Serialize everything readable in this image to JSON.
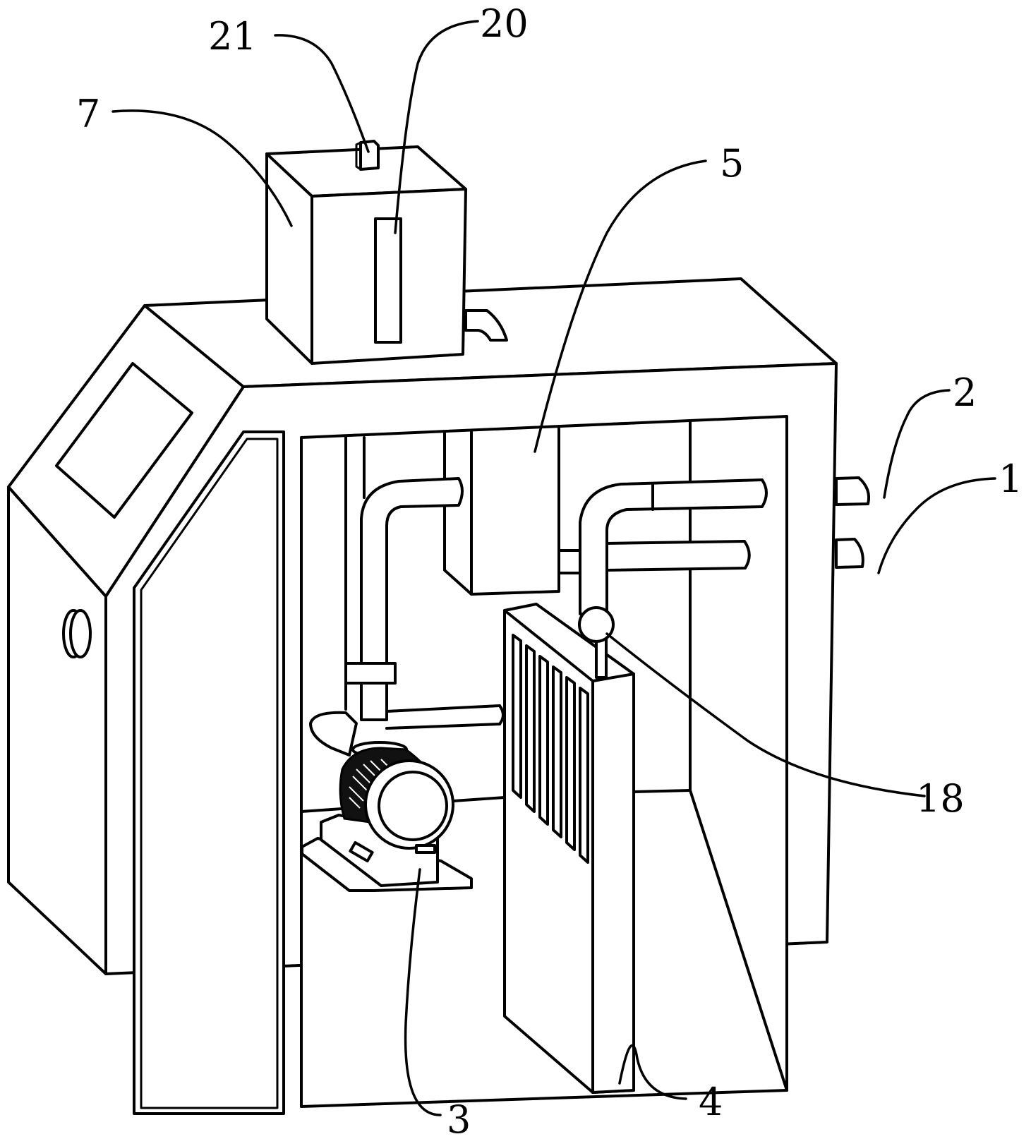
{
  "figure": {
    "type": "patent-line-drawing",
    "subject": "equipment cabinet with pump, heat exchanger and top tank",
    "colors": {
      "line": "#000000",
      "background": "#ffffff"
    }
  },
  "labels": [
    {
      "id": "label-1",
      "text": "1",
      "refers_to": "lower-side-pipe-port"
    },
    {
      "id": "label-2",
      "text": "2",
      "refers_to": "upper-side-pipe-port"
    },
    {
      "id": "label-3",
      "text": "3",
      "refers_to": "pump-motor-base"
    },
    {
      "id": "label-4",
      "text": "4",
      "refers_to": "heat-exchanger-unit"
    },
    {
      "id": "label-5",
      "text": "5",
      "refers_to": "internal-tank"
    },
    {
      "id": "label-7",
      "text": "7",
      "refers_to": "top-tank"
    },
    {
      "id": "label-18",
      "text": "18",
      "refers_to": "valve-gauge"
    },
    {
      "id": "label-20",
      "text": "20",
      "refers_to": "level-window"
    },
    {
      "id": "label-21",
      "text": "21",
      "refers_to": "top-cap"
    }
  ]
}
